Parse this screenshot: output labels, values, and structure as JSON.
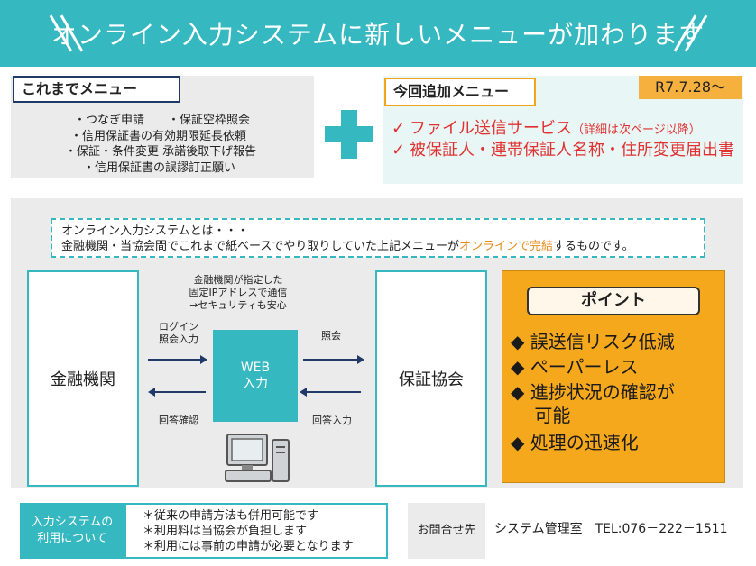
{
  "header": {
    "title": "オンライン入力システムに新しいメニューが加わります"
  },
  "old_menu": {
    "label": "これまでメニュー",
    "lines": [
      "・つなぎ申請　　・保証空枠照会",
      "・信用保証書の有効期限延長依頼",
      "・保証・条件変更 承諾後取下げ報告",
      "・信用保証書の誤謬訂正願い"
    ]
  },
  "new_menu": {
    "label": "今回追加メニュー",
    "date": "R7.7.28～",
    "items": [
      {
        "check": "✓",
        "text": "ファイル送信サービス",
        "note": "（詳細は次ページ以降）"
      },
      {
        "check": "✓",
        "text": "被保証人・連帯保証人名称・住所変更届出書",
        "note": ""
      }
    ]
  },
  "description": {
    "line1": "オンライン入力システムとは・・・",
    "line2_pre": "金融機関・当協会間でこれまで紙ベースでやり取りしていた上記メニューが",
    "line2_hl": "オンラインで完結",
    "line2_post": "するものです。"
  },
  "flow": {
    "bank": "金融機関",
    "assoc": "保証協会",
    "web": [
      "WEB",
      "入力"
    ],
    "top_note": [
      "金融機関が指定した",
      "固定IPアドレスで通信",
      "→セキュリティも安心"
    ],
    "login_note": [
      "ログイン",
      "照会入力"
    ],
    "reply_confirm": "回答確認",
    "inquiry": "照会",
    "reply_input": "回答入力"
  },
  "points": {
    "label": "ポイント",
    "items": [
      "◆ 誤送信リスク低減",
      "◆ ペーパーレス",
      "◆ 進捗状況の確認が",
      "　  可能",
      "◆ 処理の迅速化"
    ]
  },
  "usage": {
    "label": [
      "入力システムの",
      "利用について"
    ],
    "lines": [
      "＊従来の申請方法も併用可能です",
      "＊利用料は当協会が負担します",
      "＊利用には事前の申請が必要となります"
    ]
  },
  "contact": {
    "label": "お問合せ先",
    "value": "システム管理室　TEL:076－222－1511"
  },
  "colors": {
    "teal": "#36b8c0",
    "orange": "#f6a81d",
    "navy": "#1f3a66",
    "red": "#e03030"
  }
}
